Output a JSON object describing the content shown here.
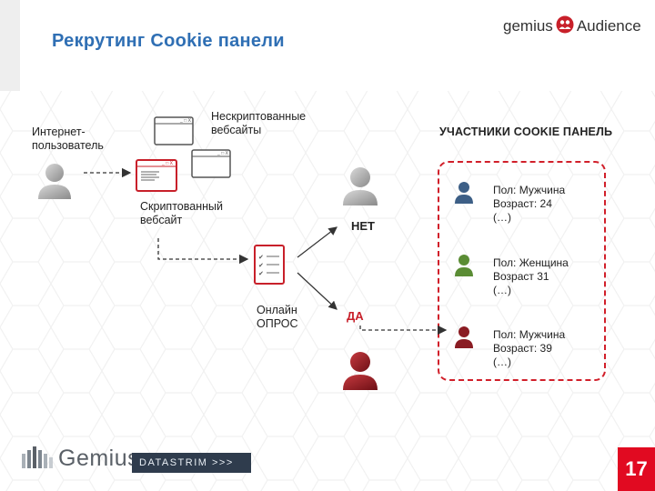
{
  "title": "Рекрутинг Cookie панели",
  "logo": {
    "left": "gemius",
    "right": "Audience"
  },
  "labels": {
    "internet_user": "Интернет-\nпользователь",
    "non_scripted": "Нескриптованные\nвебсайты",
    "scripted": "Скриптованный\nвебсайт",
    "survey": "Онлайн\nОПРОС",
    "no": "НЕТ",
    "yes": "ДА",
    "panel_header": "УЧАСТНИКИ COOKIE ПАНЕЛЬ"
  },
  "panelists": [
    {
      "text": "Пол: Мужчина\nВозраст: 24\n(…)",
      "color": "#3d5f86"
    },
    {
      "text": "Пол: Женщина\nВозраст 31\n(…)",
      "color": "#5a8c34"
    },
    {
      "text": "Пол: Мужчина\nВозраст: 39\n(…)",
      "color": "#8a1c23"
    }
  ],
  "footer": {
    "brand": "Gemius",
    "partner": "DATASTRIM >>>",
    "page": "17"
  },
  "colors": {
    "title": "#2f6fb4",
    "accent_red": "#d11f2a",
    "page_bg": "#e10a21"
  }
}
